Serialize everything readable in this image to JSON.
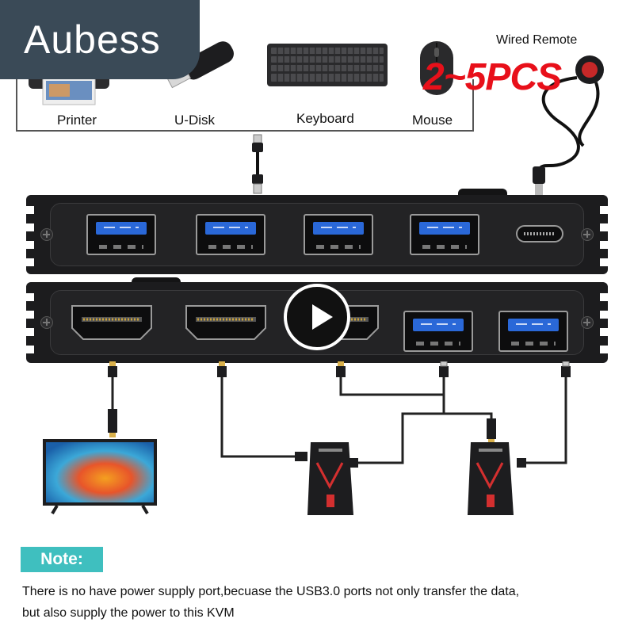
{
  "brand": {
    "name": "Aubess"
  },
  "promo": {
    "quantity": "2~5PCS",
    "color": "#e8101a"
  },
  "devices": {
    "printer": "Printer",
    "udisk": "U-Disk",
    "keyboard": "Keyboard",
    "mouse": "Mouse",
    "remote": "Wired Remote"
  },
  "colors": {
    "brand_bg": "#3a4a57",
    "usb_blue": "#2a68d8",
    "note_teal": "#3fbfbf",
    "body": "#1c1c1e"
  },
  "ports": {
    "top_row": [
      "usb-3.0",
      "usb-3.0",
      "usb-3.0",
      "usb-3.0",
      "usb-c"
    ],
    "bottom_row": [
      "hdmi",
      "hdmi",
      "hdmi",
      "usb-3.0",
      "usb-3.0"
    ]
  },
  "note": {
    "label": "Note:",
    "line1": "There is no have power supply port,becuase the USB3.0 ports not only transfer the data,",
    "line2": "but also supply the power to this KVM"
  },
  "video": {
    "control": "play-icon"
  }
}
